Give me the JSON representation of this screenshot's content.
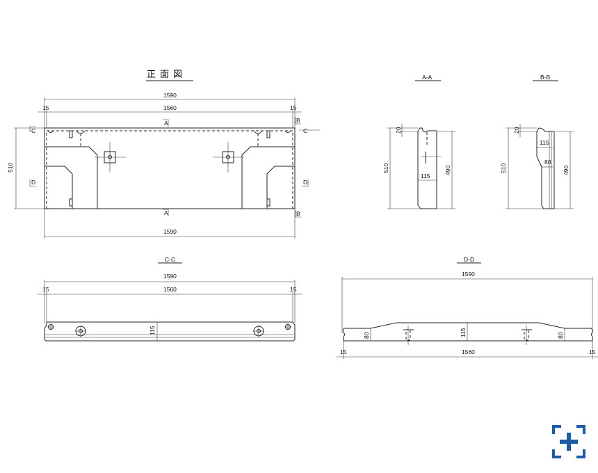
{
  "front_view": {
    "title": "正面図",
    "dims": {
      "overall_top": "1590",
      "inner": "1560",
      "left_margin": "15",
      "right_margin": "15",
      "height": "510",
      "overall_bottom": "1590"
    },
    "section_marks": {
      "a_top": "A",
      "a_bottom": "A",
      "b_top": "B",
      "b_bottom": "B",
      "c_left": "C",
      "c_right": "C",
      "d_left": "D",
      "d_right": "D"
    }
  },
  "section_aa": {
    "title": "A-A",
    "dims": {
      "total_height": "510",
      "top_offset": "20",
      "width": "115",
      "body_height": "490"
    }
  },
  "section_bb": {
    "title": "B-B",
    "dims": {
      "total_height": "510",
      "top_offset": "20",
      "upper_width": "115",
      "lower_width": "80",
      "body_height": "490"
    }
  },
  "section_cc": {
    "title": "C-C",
    "dims": {
      "overall": "1590",
      "inner": "1560",
      "left_margin": "15",
      "right_margin": "15",
      "depth": "115"
    }
  },
  "section_dd": {
    "title": "D-D",
    "dims": {
      "overall": "1590",
      "inner": "1560",
      "left_margin": "15",
      "right_margin": "15",
      "center_depth": "115",
      "left_end_depth": "80",
      "right_end_depth": "80"
    }
  },
  "toolbar": {
    "fit_icon": "zoom-fit-icon",
    "accent_color": "#1f5aa6"
  }
}
